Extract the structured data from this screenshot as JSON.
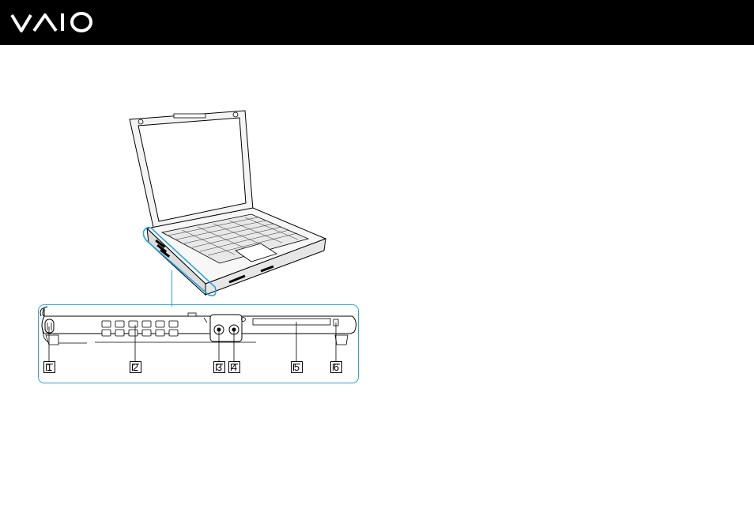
{
  "header": {
    "logo_text": "VAIO",
    "logo_icon": "vaio-logo",
    "background": "#000000",
    "foreground": "#ffffff"
  },
  "figure": {
    "accent_color": "#2aa3d8",
    "callouts": [
      {
        "number": "1"
      },
      {
        "number": "2"
      },
      {
        "number": "3"
      },
      {
        "number": "4"
      },
      {
        "number": "5"
      },
      {
        "number": "6"
      }
    ]
  }
}
